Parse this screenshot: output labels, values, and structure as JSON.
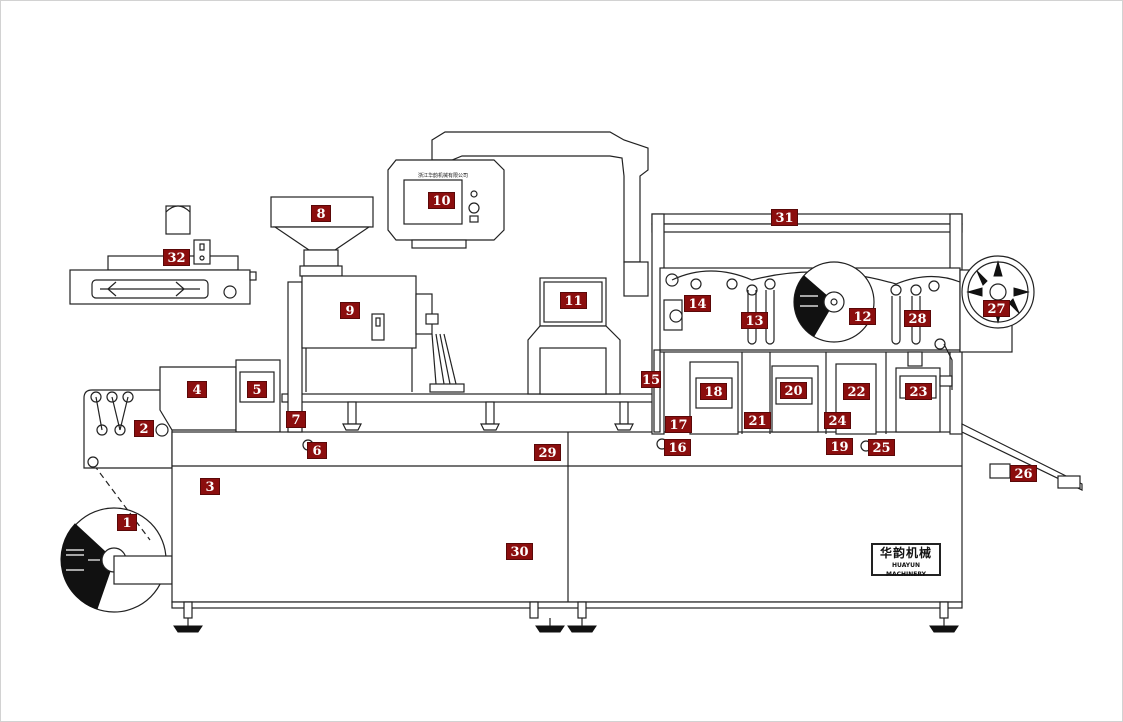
{
  "diagram": {
    "callouts": [
      "1",
      "2",
      "3",
      "4",
      "5",
      "6",
      "7",
      "8",
      "9",
      "10",
      "11",
      "12",
      "13",
      "14",
      "15",
      "16",
      "17",
      "18",
      "19",
      "20",
      "21",
      "22",
      "23",
      "24",
      "25",
      "26",
      "27",
      "28",
      "29",
      "30",
      "31",
      "32"
    ],
    "nameplate": {
      "chinese": "华韵机械",
      "english": "HUAYUN MACHINERY"
    },
    "hmi_header": "浙江华韵机械有限公司"
  },
  "colors": {
    "callout_bg": "#8b0e0e",
    "callout_text": "#ffffff",
    "line": "#222222"
  }
}
